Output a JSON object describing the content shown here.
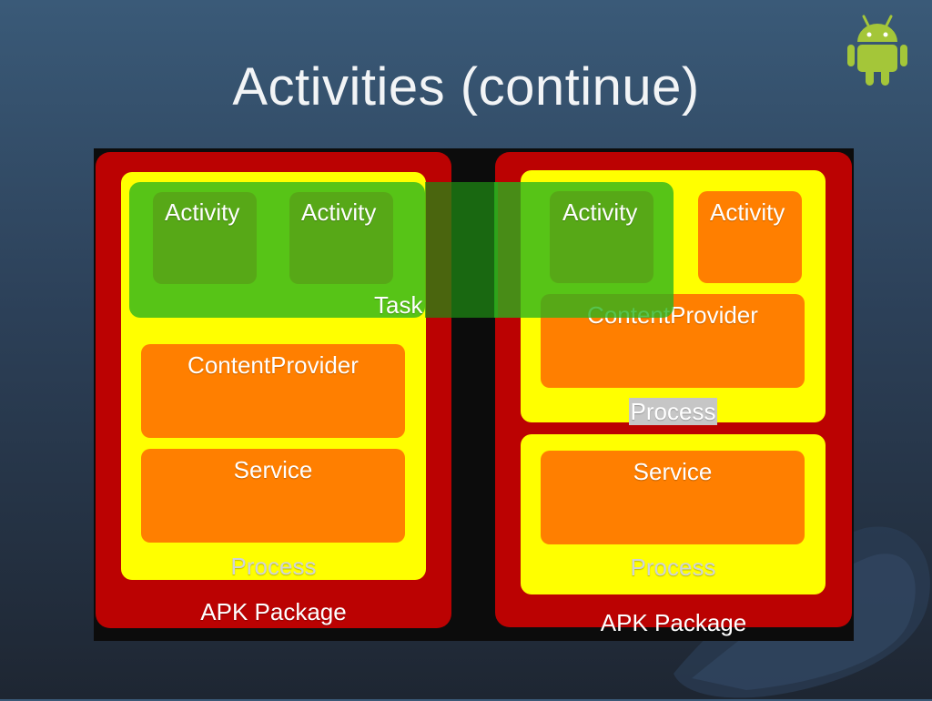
{
  "slide": {
    "title": "Activities (continue)",
    "logo_icon": "android-robot-icon"
  },
  "diagram": {
    "left_package": {
      "label": "APK Package",
      "process_label": "Process",
      "activities": [
        "Activity",
        "Activity"
      ],
      "content_provider": "ContentProvider",
      "service": "Service"
    },
    "right_package": {
      "label": "APK Package",
      "process1_label": "Process",
      "process2_label": "Process",
      "activities": [
        "Activity",
        "Activity"
      ],
      "content_provider": "ContentProvider",
      "service": "Service"
    },
    "task_label": "Task",
    "colors": {
      "apk": "#bb0202",
      "process": "#ffff00",
      "component": "#ff7f00",
      "task": "#28b41e"
    }
  }
}
